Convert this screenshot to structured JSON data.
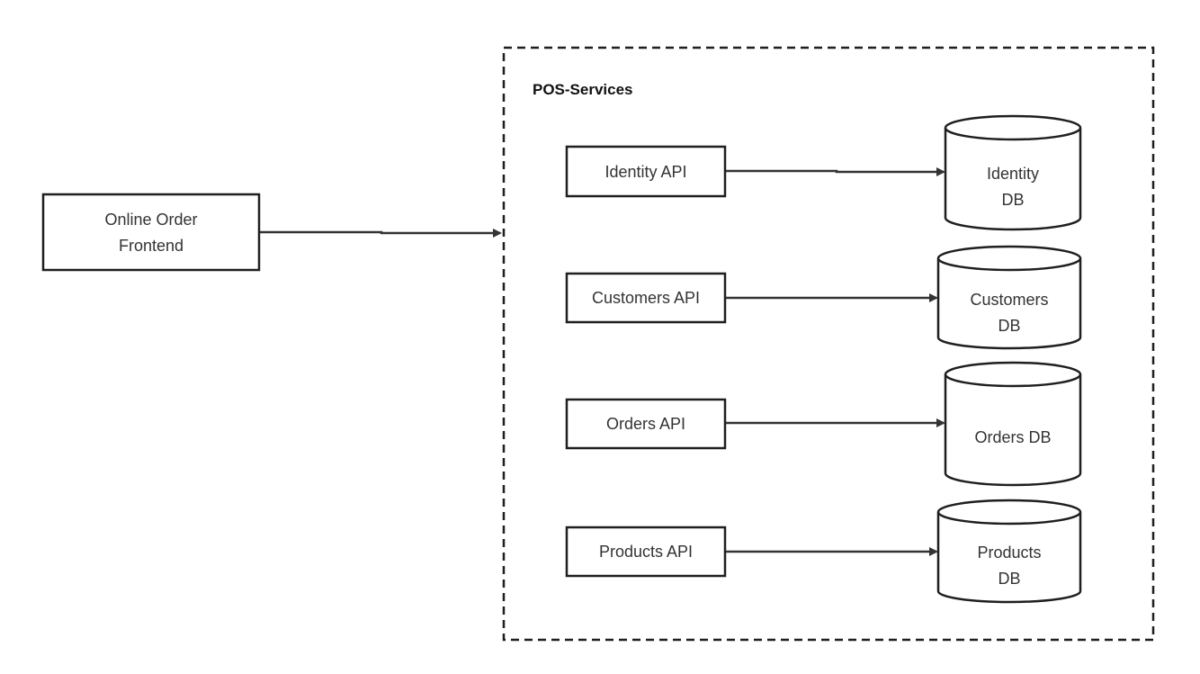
{
  "colors": {
    "stroke": "#1f1f1f",
    "text": "#333333",
    "arrow": "#333333",
    "background": "#ffffff"
  },
  "frontend": {
    "label_line1": "Online Order",
    "label_line2": "Frontend"
  },
  "group": {
    "title": "POS-Services"
  },
  "services": [
    {
      "api_label": "Identity API",
      "db_line1": "Identity",
      "db_line2": "DB"
    },
    {
      "api_label": "Customers API",
      "db_line1": "Customers",
      "db_line2": "DB"
    },
    {
      "api_label": "Orders API",
      "db_line1": "Orders DB",
      "db_line2": ""
    },
    {
      "api_label": "Products API",
      "db_line1": "Products",
      "db_line2": "DB"
    }
  ]
}
